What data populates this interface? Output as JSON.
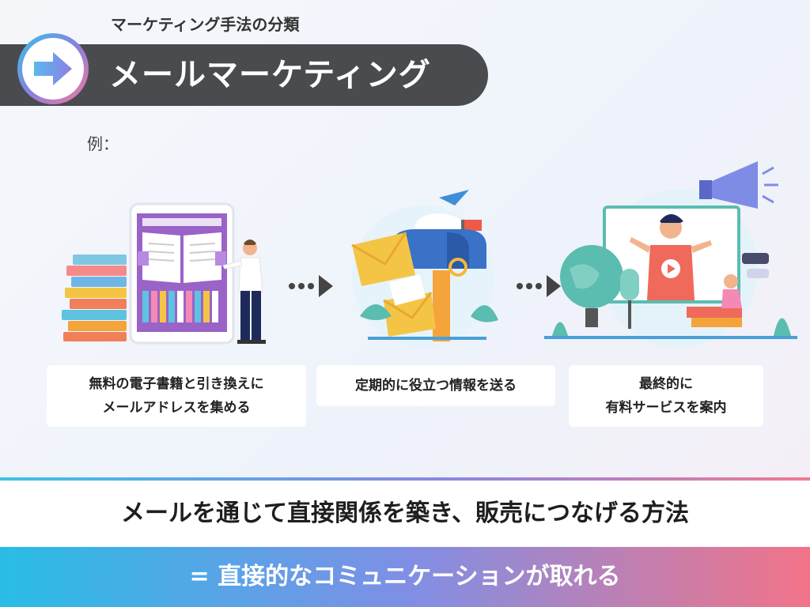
{
  "header": {
    "subtitle": "マーケティング手法の分類",
    "title": "メールマーケティング"
  },
  "example_label": "例：",
  "steps": [
    {
      "lines": [
        "無料の電子書籍と引き換えに",
        "メールアドレスを集める"
      ]
    },
    {
      "lines": [
        "定期的に役立つ情報を送る"
      ]
    },
    {
      "lines": [
        "最終的に",
        "有料サービスを案内"
      ]
    }
  ],
  "summary": "メールを通じて直接関係を築き、販売につなげる方法",
  "conclusion": "= 直接的なコミュニケーションが取れる",
  "colors": {
    "title_bar": "#4a4b4f",
    "gradient_start": "#29bde6",
    "gradient_mid": "#7f8fe6",
    "gradient_end": "#f27388",
    "arrow": "#7b8ae6"
  }
}
